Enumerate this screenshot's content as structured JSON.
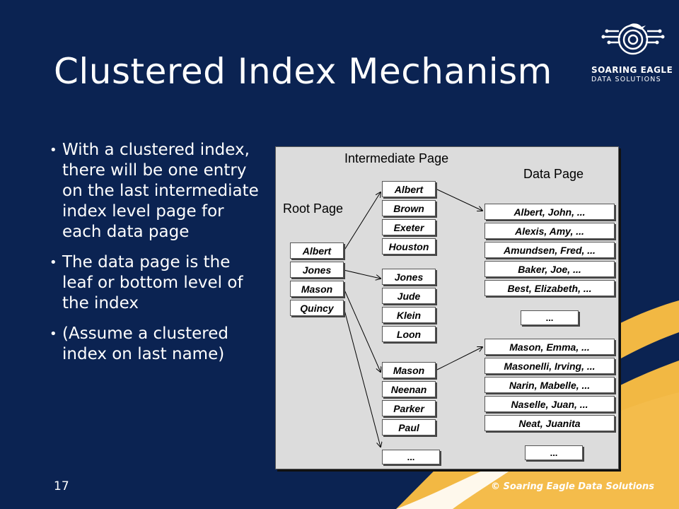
{
  "slide": {
    "title": "Clustered Index Mechanism",
    "page_number": "17",
    "copyright": "© Soaring Eagle Data Solutions"
  },
  "logo": {
    "line1": "SOARING EAGLE",
    "line2": "DATA SOLUTIONS"
  },
  "bullets": [
    "With a clustered index, there will be one entry on the last intermediate index level page for each data page",
    "The data page is the leaf or bottom level of the index",
    "(Assume a clustered index on last name)"
  ],
  "diagram": {
    "labels": {
      "intermediate": "Intermediate Page",
      "data": "Data Page",
      "root": "Root Page"
    },
    "root_page": [
      "Albert",
      "Jones",
      "Mason",
      "Quincy"
    ],
    "intermediate_pages": [
      [
        "Albert",
        "Brown",
        "Exeter",
        "Houston"
      ],
      [
        "Jones",
        "Jude",
        "Klein",
        "Loon"
      ],
      [
        "Mason",
        "Neenan",
        "Parker",
        "Paul"
      ]
    ],
    "intermediate_more": "...",
    "data_pages": [
      [
        "Albert, John, ...",
        "Alexis, Amy, ...",
        "Amundsen, Fred, ...",
        "Baker, Joe, ...",
        "Best, Elizabeth, ..."
      ],
      [
        "Mason, Emma, ...",
        "Masonelli, Irving, ...",
        "Narin, Mabelle, ...",
        "Naselle, Juan, ...",
        "Neat, Juanita"
      ]
    ],
    "data_more": [
      "...",
      "..."
    ]
  },
  "colors": {
    "background": "#0b2352",
    "accent_gold": "#f2b843",
    "diagram_bg": "#dcdcdc"
  }
}
